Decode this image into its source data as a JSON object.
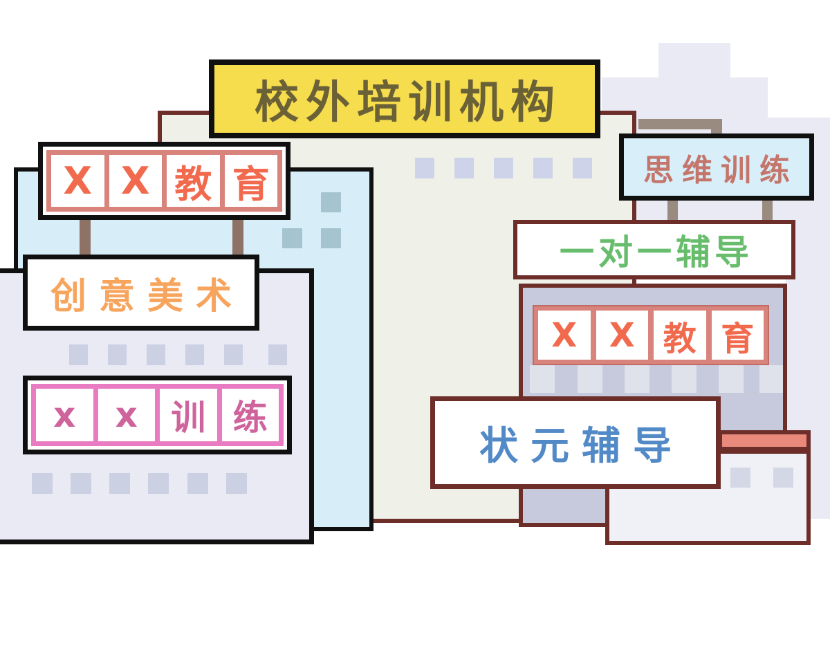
{
  "scene": {
    "banner": {
      "label": "校外培训机构"
    },
    "signs": {
      "left_education": {
        "tiles": [
          "X",
          "X",
          "教",
          "育"
        ]
      },
      "creative_art": {
        "label": "创意美术"
      },
      "xx_training": {
        "tiles": [
          "x",
          "x",
          "训",
          "练"
        ]
      },
      "thinking_training": {
        "label": "思维训练"
      },
      "one_on_one": {
        "label": "一对一辅导"
      },
      "right_education": {
        "tiles": [
          "X",
          "X",
          "教",
          "育"
        ]
      },
      "top_scholar": {
        "label": "状元辅导"
      }
    },
    "colors": {
      "banner_bg": "#F6DD4D",
      "banner_text": "#6B6137",
      "education_text": "#F26A4D",
      "salmon_frame": "#D8837C",
      "creative_text": "#F7A45D",
      "pink_frame": "#E97BC3",
      "pink_text": "#CF639C",
      "thinking_bg": "#D8EFFA",
      "thinking_text": "#C4766B",
      "green_text": "#68BD6C",
      "blue_text": "#5289C7",
      "black_outline": "#101010",
      "maroon_outline": "#6D2E2A",
      "blue_building": "#D7EEF8",
      "lavender_building": "#EAEAF5",
      "cream_building": "#EFF0E8",
      "right_building": "#C7CADC",
      "white_building": "#F0F1F7",
      "roof_bar": "#E8897B"
    }
  }
}
